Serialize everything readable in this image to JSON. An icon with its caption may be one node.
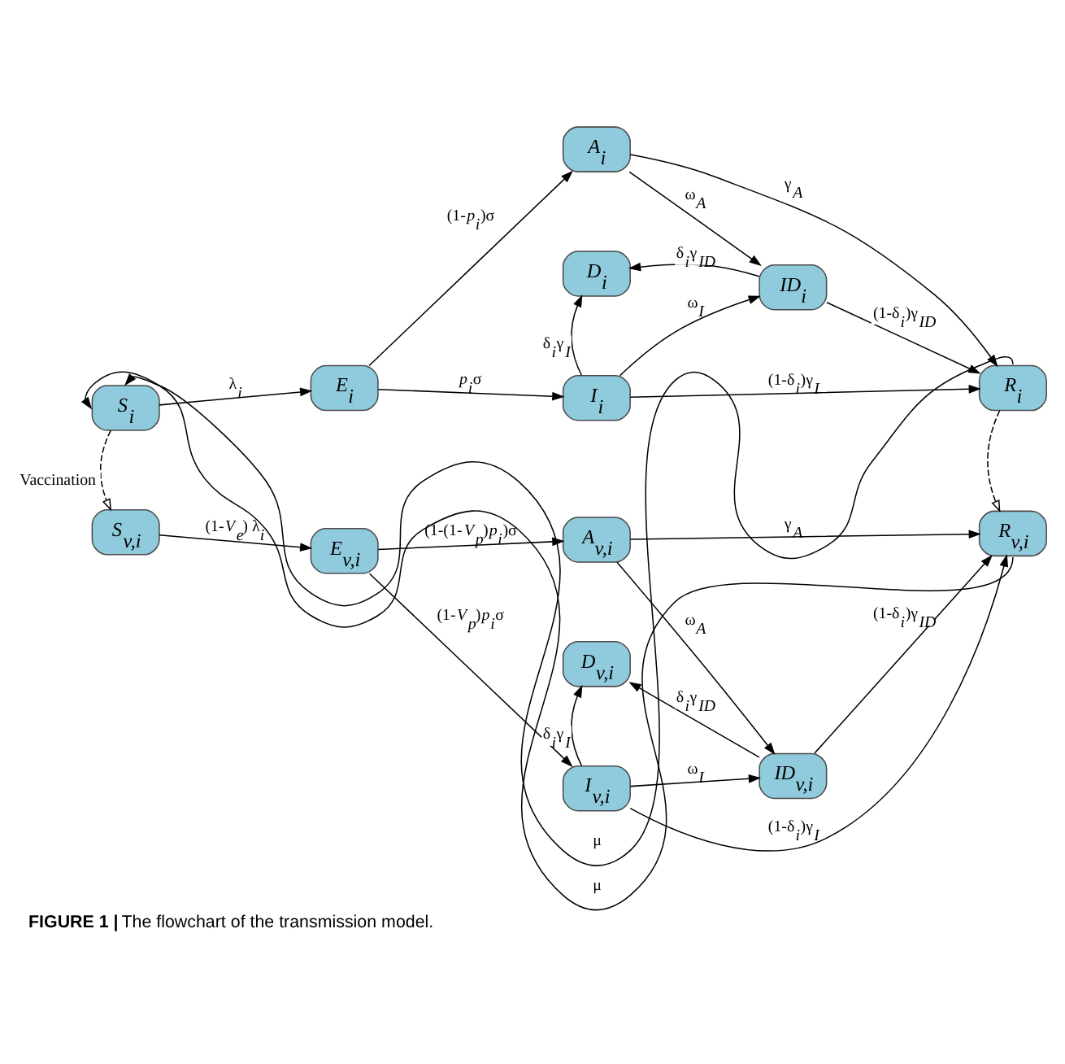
{
  "diagram": {
    "caption": "**FIGURE 1 |** The flowchart of the transmission model.",
    "nodes": [
      {
        "text": [
          "*S*$_{i}$"
        ]
      },
      {
        "text": [
          "*E*$_{i}$"
        ]
      },
      {
        "text": [
          "*A*$_{i}$"
        ]
      },
      {
        "text": [
          "*D*$_{i}$"
        ]
      },
      {
        "text": [
          "*ID*$_{i}$"
        ]
      },
      {
        "text": [
          "*I*$_{i}$"
        ]
      },
      {
        "text": [
          "*R*$_{i}$"
        ]
      },
      {
        "text": [
          "*S*$_{v,i}$"
        ]
      },
      {
        "text": [
          "*E*$_{v,i}$"
        ]
      },
      {
        "text": [
          "*A*$_{v,i}$"
        ]
      },
      {
        "text": [
          "*D*$_{v,i}$"
        ]
      },
      {
        "text": [
          "*ID*$_{v,i}$"
        ]
      },
      {
        "text": [
          "*I*$_{v,i}$"
        ]
      },
      {
        "text": [
          "*R*$_{v,i}$"
        ]
      }
    ],
    "edges": [
      {
        "from": 6,
        "to": 0,
        "arrow": "to",
        "label": "μ"
      },
      {
        "from": 13,
        "to": 0,
        "arrow": "to",
        "label": "μ"
      },
      {
        "from": 0,
        "to": 1,
        "arrow": "to",
        "label": "λ$_{i}$"
      },
      {
        "from": 1,
        "to": 2,
        "arrow": "to",
        "label": "(1-*p*$_{i}$)σ"
      },
      {
        "from": 1,
        "to": 5,
        "arrow": "to",
        "label": "*p*$_{i}$σ"
      },
      {
        "from": 2,
        "to": 4,
        "arrow": "to",
        "label": "ω$_{A}$"
      },
      {
        "from": 2,
        "to": 6,
        "arrow": "to",
        "label": "γ$_{A}$"
      },
      {
        "from": 4,
        "to": 3,
        "arrow": "to",
        "label": "δ$_{i}$γ$_{ID}$"
      },
      {
        "from": 4,
        "to": 6,
        "arrow": "to",
        "label": "(1-δ$_{i}$)γ$_{ID}$"
      },
      {
        "from": 5,
        "to": 3,
        "arrow": "to",
        "label": "δ$_{i}$γ$_{I}$"
      },
      {
        "from": 5,
        "to": 4,
        "arrow": "to",
        "label": "ω$_{I}$"
      },
      {
        "from": 5,
        "to": 6,
        "arrow": "to",
        "label": "(1-δ$_{i}$)γ$_{I}$"
      },
      {
        "from": 0,
        "to": 7,
        "arrow": "to",
        "style": "dashed",
        "label": "Vaccination"
      },
      {
        "from": 6,
        "to": 13,
        "arrow": "to",
        "style": "dashed"
      },
      {
        "from": 7,
        "to": 8,
        "arrow": "to",
        "label": "(1-*V*$_{e}$) λ$_{i}$"
      },
      {
        "from": 8,
        "to": 9,
        "arrow": "to",
        "label": "(1-(1-*V*$_{p}$)*p*$_{i}$)σ"
      },
      {
        "from": 8,
        "to": 12,
        "arrow": "to",
        "label": "(1-*V*$_{p}$)*p*$_{i}$σ"
      },
      {
        "from": 9,
        "to": 11,
        "arrow": "to",
        "label": "ω$_{A}$"
      },
      {
        "from": 9,
        "to": 13,
        "arrow": "to",
        "label": "γ$_{A}$"
      },
      {
        "from": 11,
        "to": 10,
        "arrow": "to",
        "label": "δ$_{i}$γ$_{ID}$"
      },
      {
        "from": 11,
        "to": 13,
        "arrow": "to",
        "label": "(1-δ$_{i}$)γ$_{ID}$"
      },
      {
        "from": 12,
        "to": 10,
        "arrow": "to",
        "label": "δ$_{i}$γ$_{I}$"
      },
      {
        "from": 12,
        "to": 11,
        "arrow": "to",
        "label": "ω$_{I}$"
      },
      {
        "from": 12,
        "to": 13,
        "arrow": "to",
        "label": "(1-δ$_{i}$)γ$_{I}$"
      }
    ]
  }
}
